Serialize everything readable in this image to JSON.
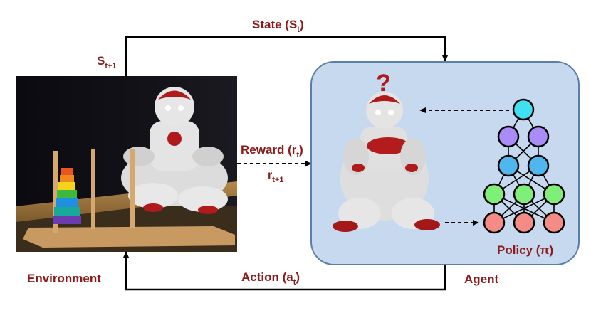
{
  "labels": {
    "state": "State (S",
    "state_sub": "t",
    "state_close": ")",
    "s_next": "S",
    "s_next_sub": "t+1",
    "reward": "Reward (r",
    "reward_sub": "t",
    "reward_close": ")",
    "r_next": "r",
    "r_next_sub": "t+1",
    "action": "Action (a",
    "action_sub": "t",
    "action_close": ")",
    "environment": "Environment",
    "agent": "Agent",
    "policy": "Policy (π)",
    "question": "?"
  },
  "colors": {
    "label": "#8b1a1a",
    "agent_box": "#c6d9ef",
    "agent_border": "#5b7fa8",
    "node_top": "#40e0f0",
    "node_purple": "#a98cf5",
    "node_blue": "#4fb7ee",
    "node_green": "#7ef07a",
    "node_red": "#f58b86"
  },
  "network": {
    "layers": [
      {
        "count": 1,
        "color": "node_top"
      },
      {
        "count": 2,
        "color": "node_purple"
      },
      {
        "count": 2,
        "color": "node_blue"
      },
      {
        "count": 3,
        "color": "node_green"
      },
      {
        "count": 3,
        "color": "node_red"
      }
    ]
  }
}
